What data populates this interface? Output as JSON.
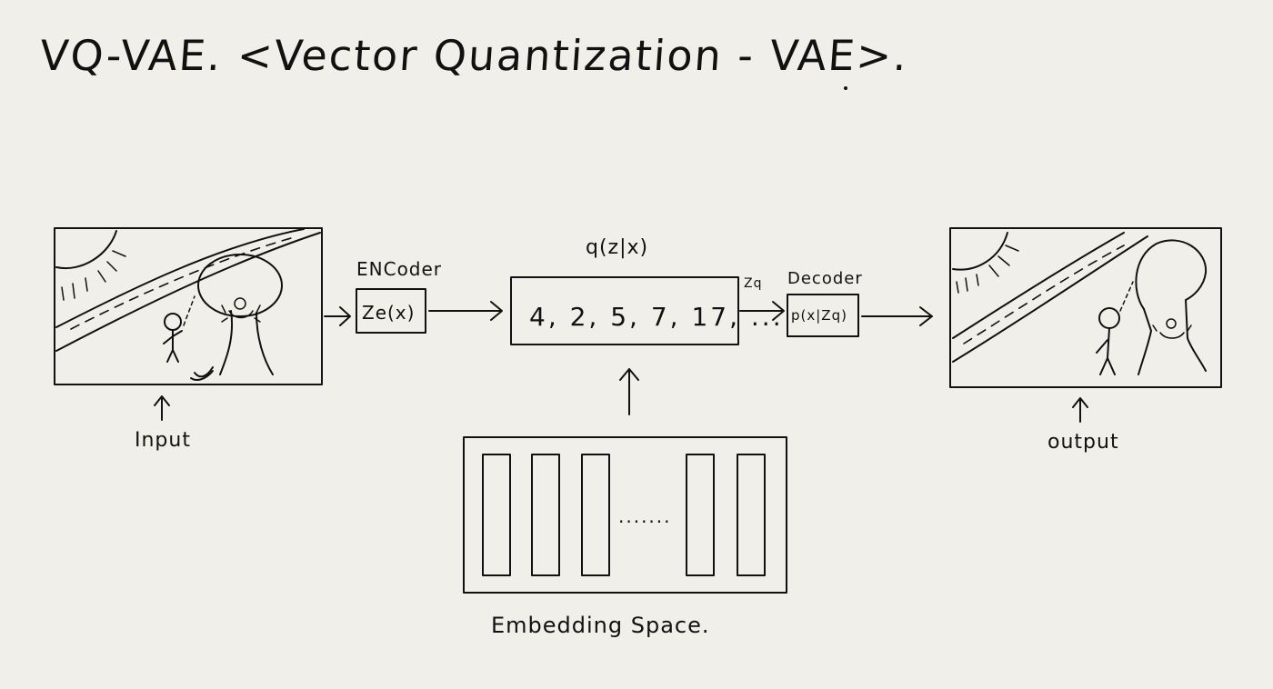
{
  "title": "VQ-VAE. <Vector Quantization - VAE>.",
  "encoder": {
    "label": "ENCoder",
    "function": "Ze(x)"
  },
  "posterior": {
    "label": "q(z|x)",
    "values": "4, 2, 5, 7, 17, ..."
  },
  "quantized": {
    "label": "Zq"
  },
  "decoder": {
    "label": "Decoder",
    "function": "p(x|Zq)"
  },
  "input": {
    "label": "Input"
  },
  "output": {
    "label": "output"
  },
  "embedding": {
    "label": "Embedding Space.",
    "ellipsis": "......."
  },
  "colors": {
    "paper": "#f1efe9",
    "ink": "#111111"
  },
  "icons": [
    "sun-icon",
    "road-icon",
    "tree-icon",
    "stick-figure-icon",
    "crab-icon",
    "arrow-icon"
  ]
}
